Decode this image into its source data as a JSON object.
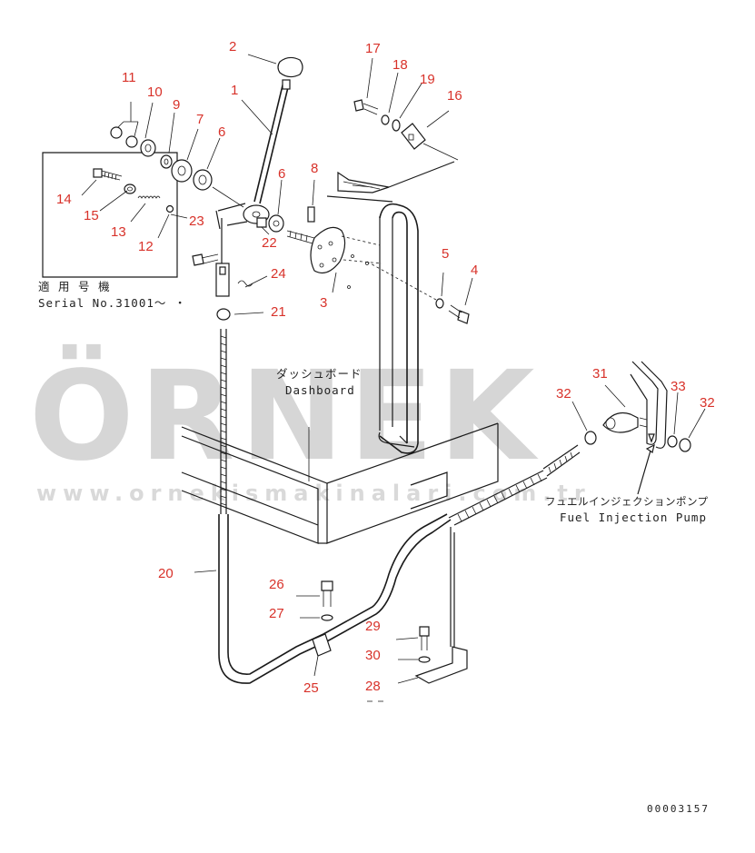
{
  "watermark": {
    "brand": "ÖRNEK",
    "url": "www.ornekismakinalari.com.tr",
    "accent_color": "#f3d06a"
  },
  "labels": {
    "serial_jp": "適 用 号 機",
    "serial_en": "Serial No.31001～ ・",
    "dashboard_jp": "ダッシュボード",
    "dashboard_en": "Dashboard",
    "pump_jp": "フュエルインジェクションポンプ",
    "pump_en": "Fuel Injection Pump",
    "drawing_number": "00003157"
  },
  "parts": {
    "p1": "1",
    "p2": "2",
    "p3": "3",
    "p4": "4",
    "p5": "5",
    "p6a": "6",
    "p6b": "6",
    "p7": "7",
    "p8": "8",
    "p9": "9",
    "p10": "10",
    "p11": "11",
    "p12": "12",
    "p13": "13",
    "p14": "14",
    "p15": "15",
    "p16": "16",
    "p17": "17",
    "p18": "18",
    "p19": "19",
    "p20": "20",
    "p21": "21",
    "p22": "22",
    "p23": "23",
    "p24": "24",
    "p25": "25",
    "p26": "26",
    "p27": "27",
    "p28": "28",
    "p29": "29",
    "p30": "30",
    "p31": "31",
    "p32a": "32",
    "p32b": "32",
    "p33": "33"
  }
}
